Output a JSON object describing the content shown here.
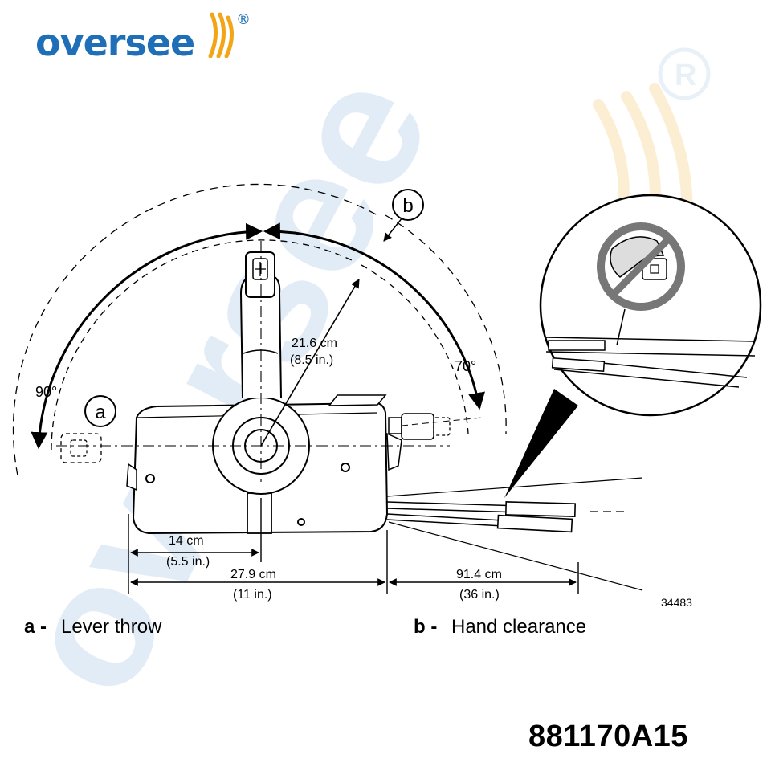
{
  "brand": {
    "name": "oversee",
    "registered_mark": "®",
    "color": "#1f6fb8",
    "accent": "#f2a516",
    "watermark_color": "#c9dcef"
  },
  "diagram": {
    "callout_a": "a",
    "callout_b": "b",
    "angle_left": "90°",
    "angle_right": "70°",
    "lever_radius_cm": "21.6 cm",
    "lever_radius_in": "(8.5 in.)",
    "dim_14_cm": "14 cm",
    "dim_14_in": "(5.5 in.)",
    "dim_279_cm": "27.9 cm",
    "dim_279_in": "(11 in.)",
    "dim_914_cm": "91.4 cm",
    "dim_914_in": "(36 in.)",
    "figure_number": "34483"
  },
  "legend": {
    "a_key": "a -",
    "a_text": "Lever throw",
    "b_key": "b -",
    "b_text": "Hand clearance"
  },
  "part_number": "881170A15"
}
